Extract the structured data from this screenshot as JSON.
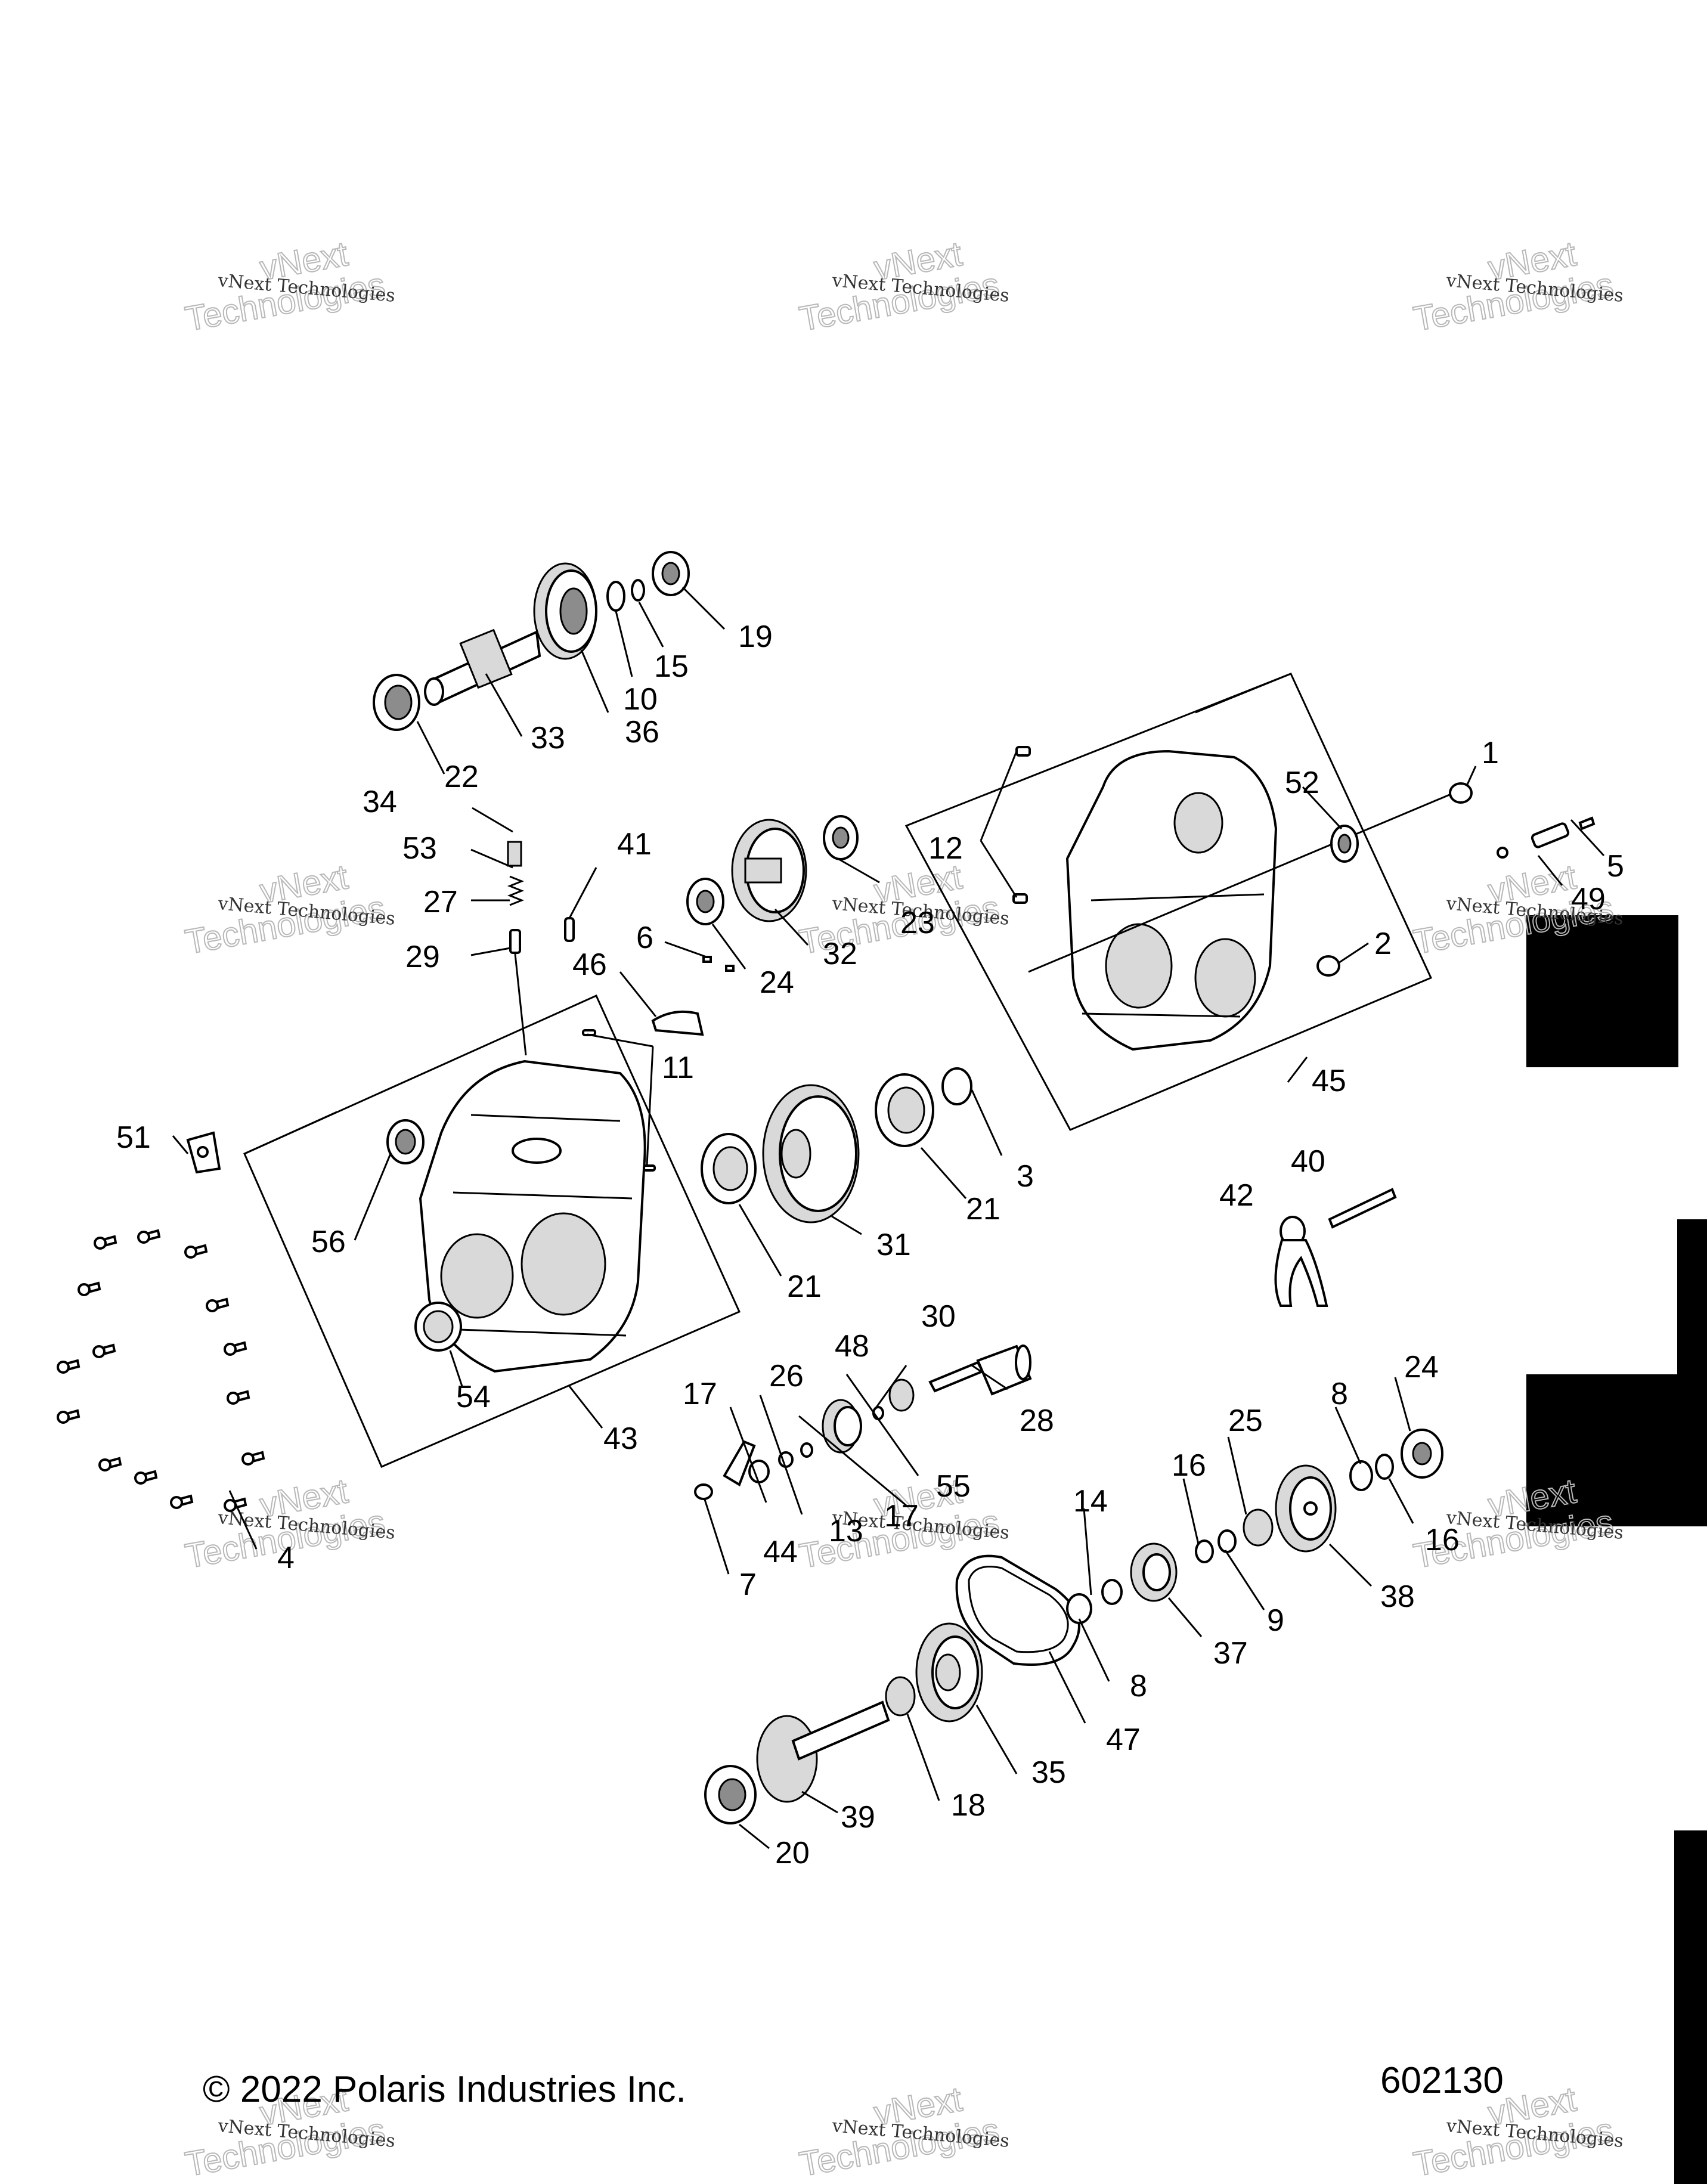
{
  "copyright": "© 2022 Polaris Industries Inc.",
  "figure_number": "602130",
  "watermark": {
    "line1": "vNext Technologies",
    "line2": "vNext",
    "line3": "Technologies"
  },
  "callouts": {
    "c1": "1",
    "c2": "2",
    "c3": "3",
    "c4": "4",
    "c5": "5",
    "c6": "6",
    "c7": "7",
    "c8a": "8",
    "c8b": "8",
    "c9": "9",
    "c10": "10",
    "c11": "11",
    "c12": "12",
    "c13": "13",
    "c14": "14",
    "c15": "15",
    "c16a": "16",
    "c16b": "16",
    "c17a": "17",
    "c17b": "17",
    "c18": "18",
    "c19": "19",
    "c20": "20",
    "c21a": "21",
    "c21b": "21",
    "c22": "22",
    "c23": "23",
    "c24a": "24",
    "c24b": "24",
    "c25": "25",
    "c26": "26",
    "c27": "27",
    "c28": "28",
    "c29": "29",
    "c30": "30",
    "c31": "31",
    "c32": "32",
    "c33": "33",
    "c34": "34",
    "c35": "35",
    "c36": "36",
    "c37": "37",
    "c38": "38",
    "c39": "39",
    "c40": "40",
    "c41": "41",
    "c42": "42",
    "c43": "43",
    "c44": "44",
    "c45": "45",
    "c46": "46",
    "c47": "47",
    "c48": "48",
    "c49": "49",
    "c51": "51",
    "c52": "52",
    "c53": "53",
    "c54": "54",
    "c55": "55",
    "c56": "56"
  }
}
